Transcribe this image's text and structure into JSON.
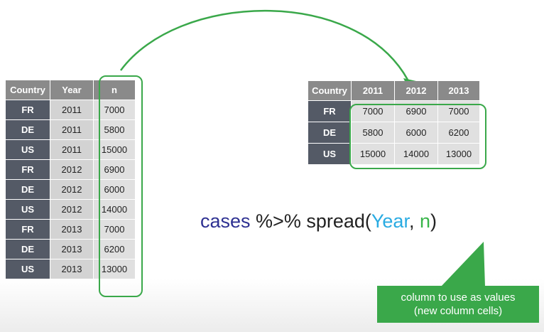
{
  "long_table": {
    "headers": [
      "Country",
      "Year",
      "n"
    ],
    "rows": [
      [
        "FR",
        "2011",
        "7000"
      ],
      [
        "DE",
        "2011",
        "5800"
      ],
      [
        "US",
        "2011",
        "15000"
      ],
      [
        "FR",
        "2012",
        "6900"
      ],
      [
        "DE",
        "2012",
        "6000"
      ],
      [
        "US",
        "2012",
        "14000"
      ],
      [
        "FR",
        "2013",
        "7000"
      ],
      [
        "DE",
        "2013",
        "6200"
      ],
      [
        "US",
        "2013",
        "13000"
      ]
    ]
  },
  "wide_table": {
    "headers": [
      "Country",
      "2011",
      "2012",
      "2013"
    ],
    "rows": [
      [
        "FR",
        "7000",
        "6900",
        "7000"
      ],
      [
        "DE",
        "5800",
        "6000",
        "6200"
      ],
      [
        "US",
        "15000",
        "14000",
        "13000"
      ]
    ]
  },
  "formula": {
    "dataset": "cases",
    "pipe": " %>% spread(",
    "key": "Year",
    "sep": ", ",
    "value": "n",
    "close": ")"
  },
  "callout": {
    "line1": "column to use as values",
    "line2": "(new column cells)"
  },
  "colors": {
    "highlight_green": "#3aa84a",
    "key_blue": "#29abe2",
    "dataset_navy": "#2e3192",
    "header_gray": "#8a8a8a",
    "rowhead_slate": "#545a66"
  }
}
